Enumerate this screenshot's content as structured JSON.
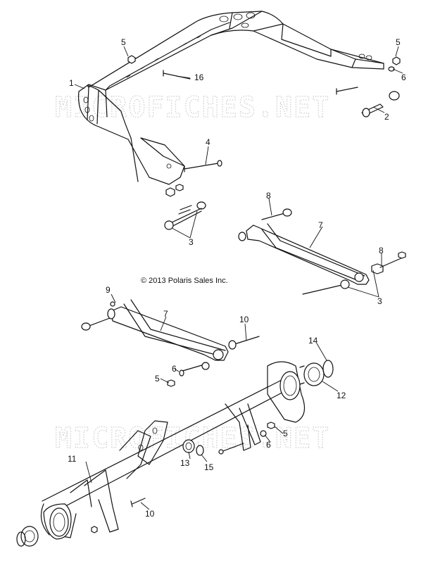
{
  "watermark_text": "MICROFICHES.NET",
  "copyright": "© 2013 Polaris Sales Inc.",
  "callouts": [
    "1",
    "2",
    "3",
    "3",
    "4",
    "5",
    "5",
    "5",
    "5",
    "6",
    "6",
    "6",
    "7",
    "7",
    "8",
    "8",
    "9",
    "10",
    "10",
    "11",
    "12",
    "13",
    "14",
    "15",
    "16"
  ],
  "colors": {
    "line": "#111111",
    "watermark": "#cfcfcf",
    "background": "#ffffff"
  }
}
